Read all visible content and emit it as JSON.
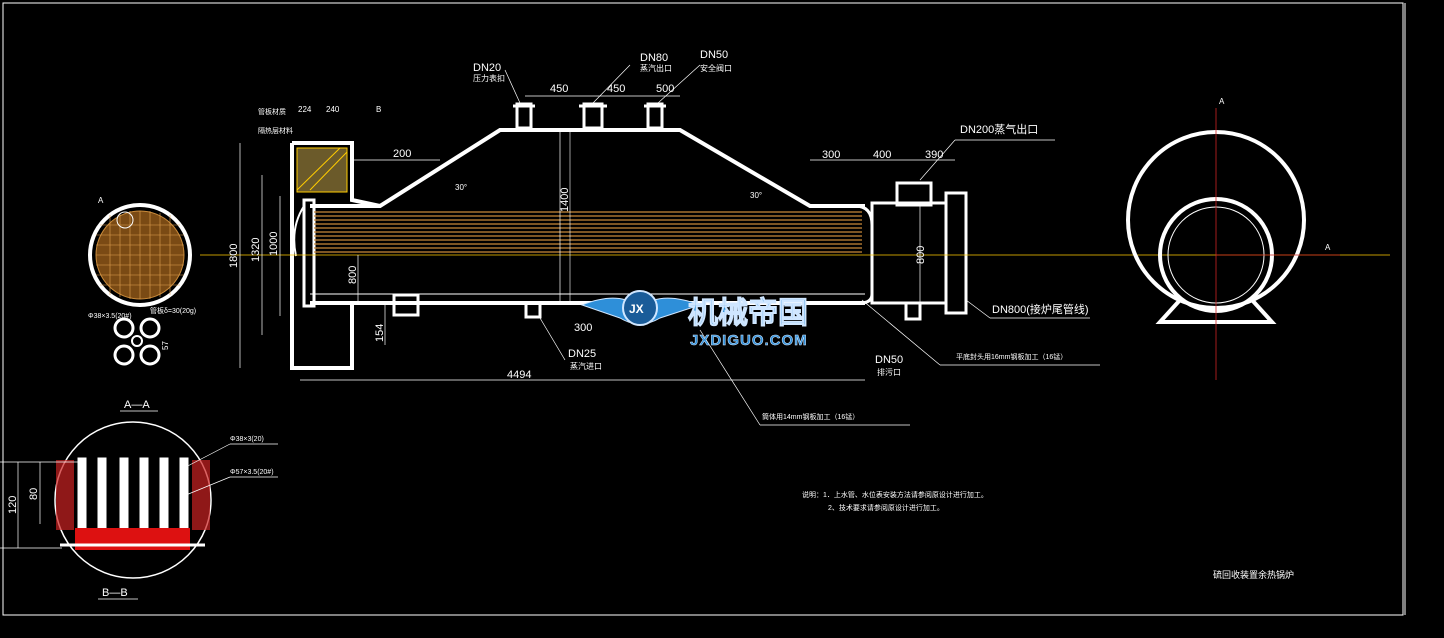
{
  "drawing": {
    "title_block": "硫回收装置余热锅炉",
    "notes": [
      "说明：1．上水管、水位表安装方法请参阅原设计进行加工。",
      "2、技术要求请参阅原设计进行加工。"
    ],
    "nozzles": {
      "dn20": "DN20",
      "dn20_desc": "压力表扣",
      "dn80": "DN80",
      "dn80_desc": "蒸汽出口",
      "dn50_top": "DN50",
      "dn50_top_desc": "安全阀口",
      "dn200": "DN200蒸气出口",
      "dn800": "DN800(接炉尾管线)",
      "dn25": "DN25",
      "dn25_desc": "蒸汽进口",
      "dn50_bottom": "DN50",
      "dn50_bottom_desc": "排污口"
    },
    "dimensions": {
      "d450a": "450",
      "d450b": "450",
      "d500": "500",
      "d200": "200",
      "d300": "300",
      "d400": "400",
      "d390": "390",
      "d1400": "1400",
      "d1800": "1800",
      "d1320": "1320",
      "d1000": "1000",
      "d800a": "800",
      "d800b": "800",
      "d154": "154",
      "d4494": "4494",
      "d224": "224",
      "d240": "240",
      "d30a": "30°",
      "d30b": "30°",
      "d120": "120",
      "d80": "80",
      "d57": "57",
      "d300b": "300"
    },
    "callouts": {
      "plate16": "平底封头用16mm钢板加工（16锰）",
      "shell14": "筒体用14mm钢板加工（16锰）",
      "tube_spec": "管板δ=30(20g)",
      "tube_spec2": "Φ38×3.5(20#)",
      "pipe_spec": "Φ38×3(20)",
      "pipe_spec2": "Φ57×3.5(20#)",
      "ref_label": "管板材质",
      "ref_label2": "隔热层材料"
    },
    "section_labels": {
      "a": "A",
      "a_right": "A",
      "a_right2": "A",
      "b": "B",
      "aa": "A—A",
      "bb": "B—B"
    },
    "watermark": {
      "cn": "机械帝国",
      "en": "JXDIGUO.COM",
      "logo": "JX"
    }
  },
  "colors": {
    "background": "#000000",
    "line": "#ffffff",
    "tubes": "#c98a3a",
    "centerline": "#ffcc00",
    "hatch": "#cc2222",
    "watermark": "#2e8fd9"
  }
}
